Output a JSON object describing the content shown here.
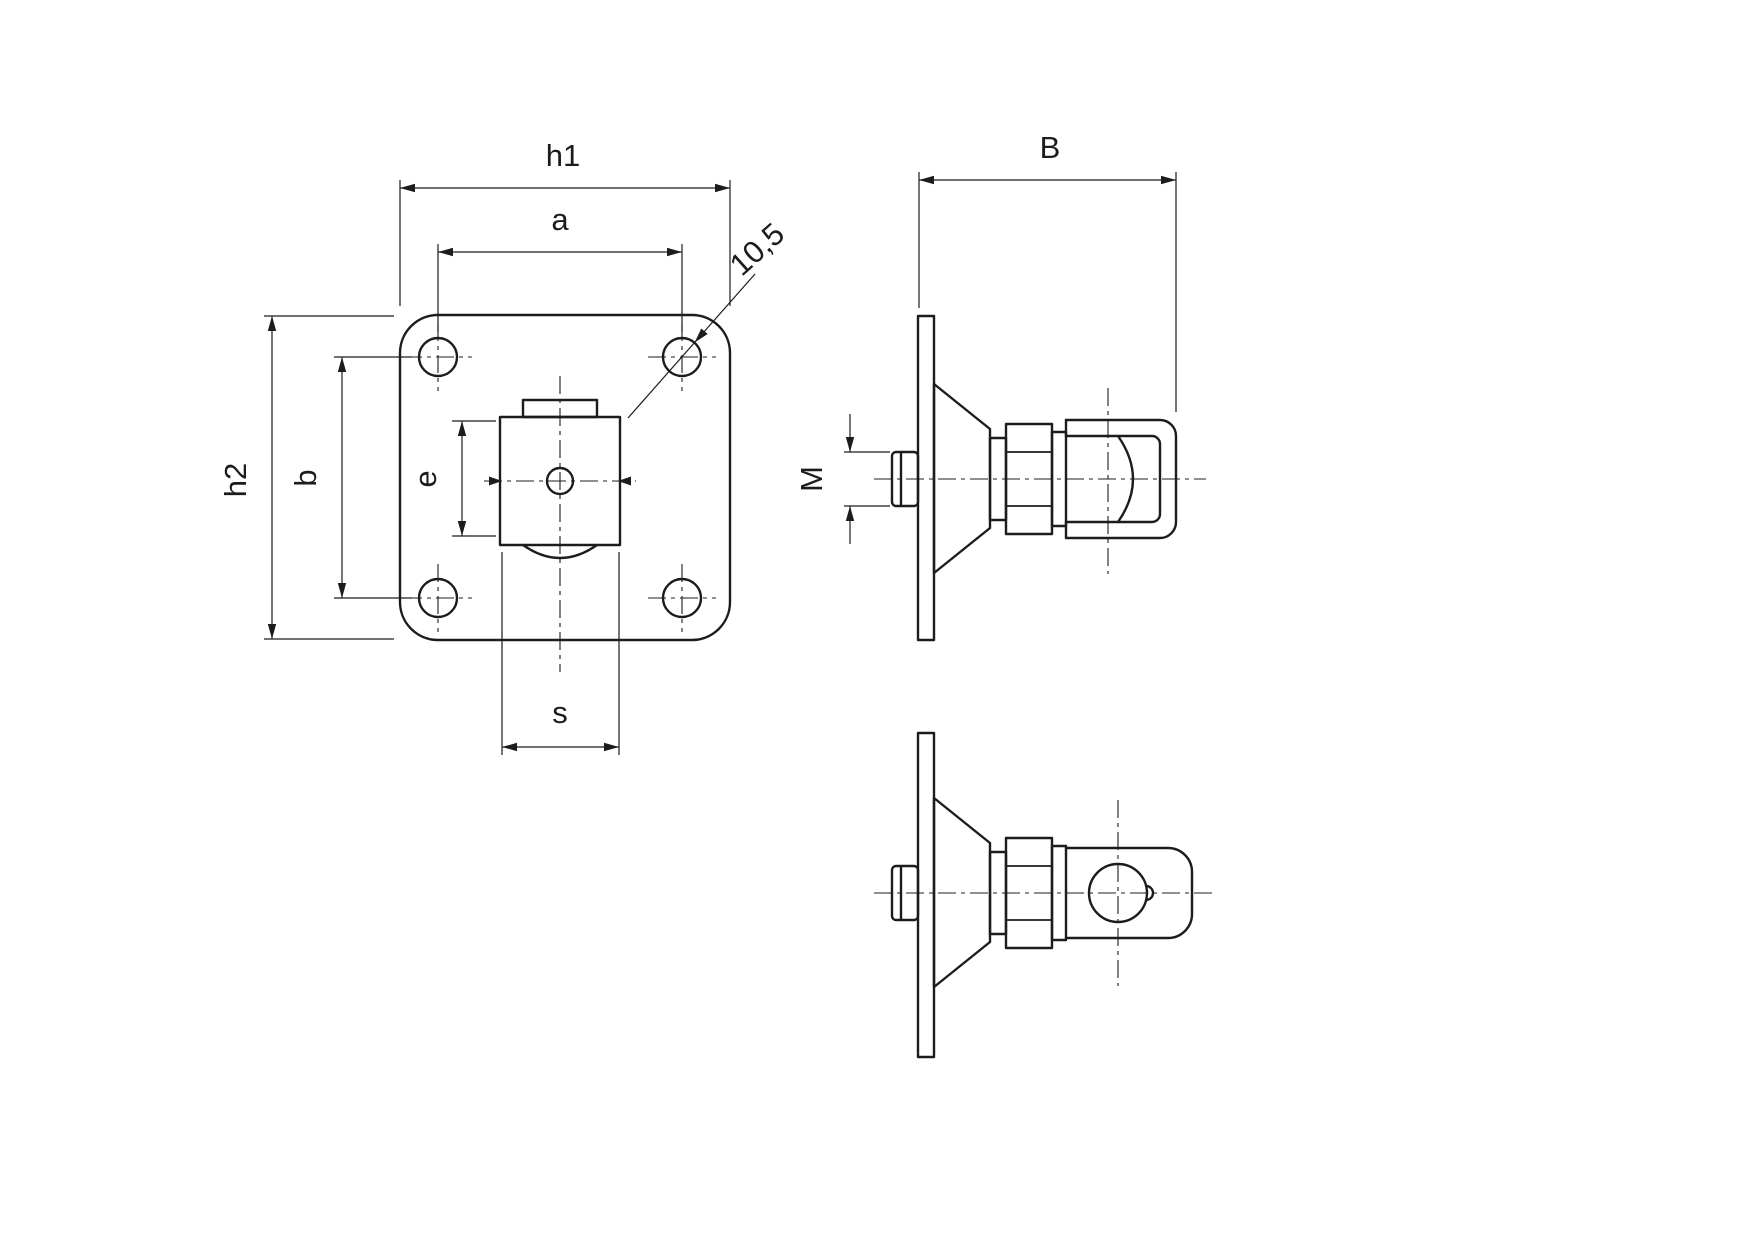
{
  "drawing_labels": {
    "h1": "h1",
    "a": "a",
    "hole_diameter": "10,5",
    "h2": "h2",
    "b": "b",
    "e": "e",
    "s": "s",
    "B": "B",
    "M": "M"
  },
  "colors": {
    "line": "#1c1c1c",
    "background": "#ffffff"
  }
}
